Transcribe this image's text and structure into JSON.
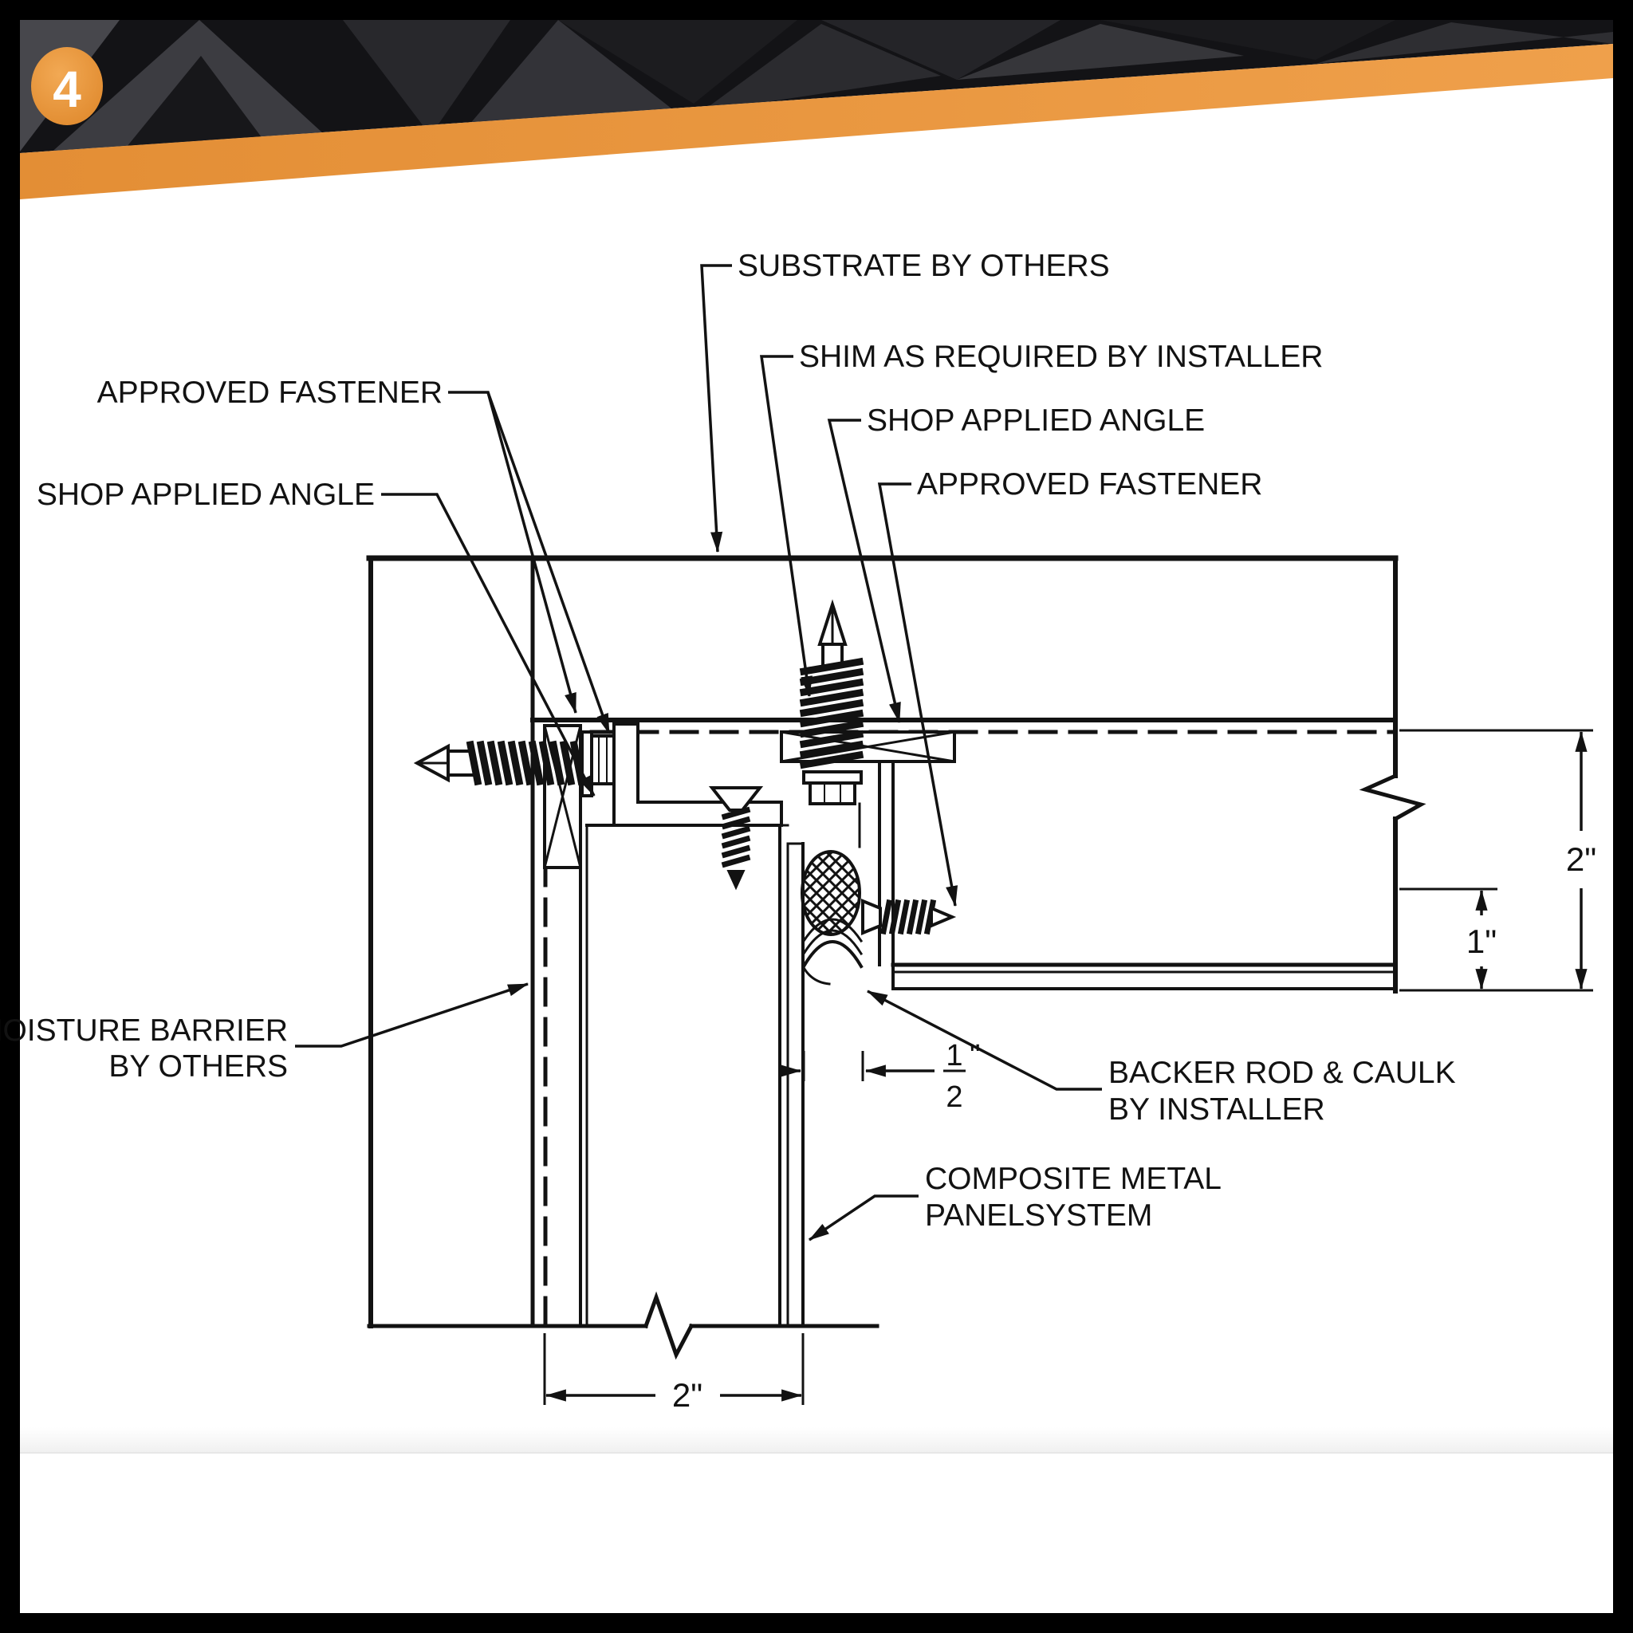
{
  "badge": {
    "number": "4"
  },
  "colors": {
    "accent": "#E8943F",
    "banner": "#131316",
    "line": "#121212",
    "frame": "#000000",
    "paper": "#ffffff"
  },
  "drawing": {
    "callouts": {
      "substrate": "SUBSTRATE BY OTHERS",
      "shim": "SHIM AS REQUIRED BY INSTALLER",
      "shop_angle_right": "SHOP APPLIED ANGLE",
      "approved_fastener_right": "APPROVED FASTENER",
      "approved_fastener_left": "APPROVED FASTENER",
      "shop_angle_left": "SHOP APPLIED ANGLE",
      "moisture_barrier_line1": "MOISTURE BARRIER",
      "moisture_barrier_line2": "BY OTHERS",
      "backer_rod_line1": "BACKER ROD & CAULK",
      "backer_rod_line2": "BY INSTALLER",
      "panel_line1": "COMPOSITE METAL",
      "panel_line2": "PANELSYSTEM"
    },
    "dimensions": {
      "panel_return_depth": "2\"",
      "flange_offset": "1\"",
      "panel_depth": "2\"",
      "joint_numerator": "1",
      "joint_denominator": "2",
      "joint_unit": "\""
    }
  }
}
